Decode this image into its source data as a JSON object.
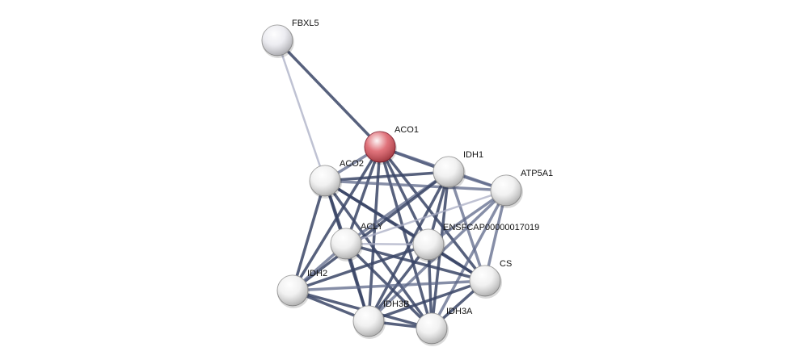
{
  "network": {
    "nodes": [
      {
        "id": "FBXL5",
        "label": "FBXL5",
        "color": "#e8e8ee",
        "query": false
      },
      {
        "id": "ACO1",
        "label": "ACO1",
        "color": "#d9505a",
        "query": true
      },
      {
        "id": "IDH1",
        "label": "IDH1",
        "color": "#eeeeee",
        "query": false
      },
      {
        "id": "ATP5A1",
        "label": "ATP5A1",
        "color": "#eeeeee",
        "query": false
      },
      {
        "id": "ACO2",
        "label": "ACO2",
        "color": "#eeeeee",
        "query": false
      },
      {
        "id": "ACLY",
        "label": "ACLY",
        "color": "#eeeeee",
        "query": false
      },
      {
        "id": "ENSFCAP",
        "label": "ENSFCAP00000017019",
        "color": "#eeeeee",
        "query": false
      },
      {
        "id": "CS",
        "label": "CS",
        "color": "#eeeeee",
        "query": false
      },
      {
        "id": "IDH2",
        "label": "IDH2",
        "color": "#eeeeee",
        "query": false
      },
      {
        "id": "IDH3B",
        "label": "IDH3B",
        "color": "#eeeeee",
        "query": false
      },
      {
        "id": "IDH3A",
        "label": "IDH3A",
        "color": "#eeeeee",
        "query": false
      }
    ],
    "edges": [
      [
        "FBXL5",
        "ACO1",
        "strong"
      ],
      [
        "FBXL5",
        "ACO2",
        "weak"
      ],
      [
        "ACO1",
        "ACO2",
        "medium"
      ],
      [
        "ACO1",
        "IDH1",
        "strong"
      ],
      [
        "ACO1",
        "ATP5A1",
        "medium"
      ],
      [
        "ACO1",
        "ACLY",
        "strong"
      ],
      [
        "ACO1",
        "ENSFCAP",
        "strong"
      ],
      [
        "ACO1",
        "CS",
        "strong"
      ],
      [
        "ACO1",
        "IDH2",
        "strong"
      ],
      [
        "ACO1",
        "IDH3B",
        "strong"
      ],
      [
        "ACO1",
        "IDH3A",
        "strong"
      ],
      [
        "ACO2",
        "IDH1",
        "strong"
      ],
      [
        "ACO2",
        "ATP5A1",
        "medium"
      ],
      [
        "ACO2",
        "ACLY",
        "strong"
      ],
      [
        "ACO2",
        "ENSFCAP",
        "strong"
      ],
      [
        "ACO2",
        "CS",
        "strong"
      ],
      [
        "ACO2",
        "IDH2",
        "strong"
      ],
      [
        "ACO2",
        "IDH3B",
        "strong"
      ],
      [
        "ACO2",
        "IDH3A",
        "strong"
      ],
      [
        "IDH1",
        "ATP5A1",
        "medium"
      ],
      [
        "IDH1",
        "ACLY",
        "medium"
      ],
      [
        "IDH1",
        "ENSFCAP",
        "strong"
      ],
      [
        "IDH1",
        "CS",
        "medium"
      ],
      [
        "IDH1",
        "IDH2",
        "strong"
      ],
      [
        "IDH1",
        "IDH3B",
        "strong"
      ],
      [
        "IDH1",
        "IDH3A",
        "strong"
      ],
      [
        "ATP5A1",
        "ACLY",
        "weak"
      ],
      [
        "ATP5A1",
        "ENSFCAP",
        "medium"
      ],
      [
        "ATP5A1",
        "CS",
        "medium"
      ],
      [
        "ATP5A1",
        "IDH3B",
        "medium"
      ],
      [
        "ATP5A1",
        "IDH3A",
        "medium"
      ],
      [
        "ACLY",
        "ENSFCAP",
        "weak"
      ],
      [
        "ACLY",
        "CS",
        "strong"
      ],
      [
        "ACLY",
        "IDH2",
        "medium"
      ],
      [
        "ACLY",
        "IDH3B",
        "strong"
      ],
      [
        "ACLY",
        "IDH3A",
        "strong"
      ],
      [
        "ENSFCAP",
        "CS",
        "strong"
      ],
      [
        "ENSFCAP",
        "IDH2",
        "strong"
      ],
      [
        "ENSFCAP",
        "IDH3B",
        "strong"
      ],
      [
        "ENSFCAP",
        "IDH3A",
        "strong"
      ],
      [
        "CS",
        "IDH2",
        "medium"
      ],
      [
        "CS",
        "IDH3B",
        "strong"
      ],
      [
        "CS",
        "IDH3A",
        "strong"
      ],
      [
        "IDH2",
        "IDH3B",
        "strong"
      ],
      [
        "IDH2",
        "IDH3A",
        "strong"
      ],
      [
        "IDH3B",
        "IDH3A",
        "strong"
      ]
    ],
    "edge_colors": {
      "strong": "#3a4566",
      "medium": "#5d6889",
      "weak": "#a9aec4"
    }
  }
}
